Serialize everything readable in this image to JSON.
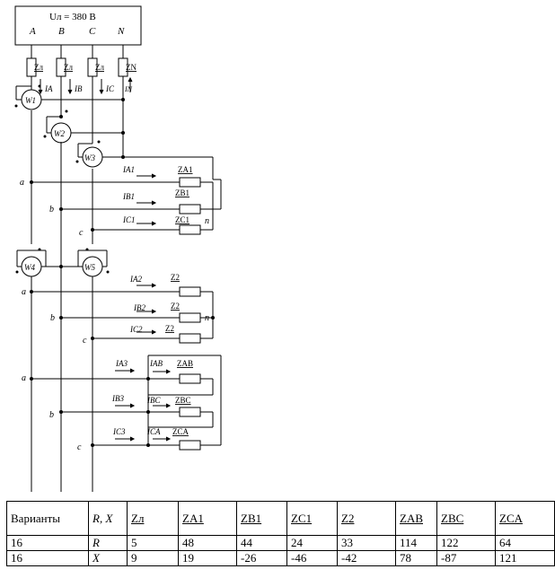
{
  "source": {
    "voltage_label": "Uл = 380 В",
    "phases": [
      "A",
      "B",
      "C",
      "N"
    ]
  },
  "line_impedances": [
    "Zл",
    "Zл",
    "Zл",
    "ZN"
  ],
  "currents": [
    "IA",
    "IB",
    "IC",
    "IN"
  ],
  "wattmeters": [
    "W1",
    "W2",
    "W3",
    "W4",
    "W5"
  ],
  "nodes": {
    "a": "a",
    "b": "b",
    "c": "c",
    "n": "n"
  },
  "load1": {
    "currents": [
      "IA1",
      "IB1",
      "IC1"
    ],
    "impedances": [
      "ZA1",
      "ZB1",
      "ZC1"
    ]
  },
  "load2": {
    "currents": [
      "IA2",
      "IB2",
      "IC2"
    ],
    "impedances": [
      "Z2",
      "Z2",
      "Z2"
    ]
  },
  "load3": {
    "line_currents": [
      "IA3",
      "IB3",
      "IC3"
    ],
    "phase_currents": [
      "IAB",
      "IBC",
      "ICA"
    ],
    "impedances": [
      "ZAB",
      "ZBC",
      "ZCA"
    ]
  },
  "table": {
    "headers": [
      "Варианты",
      "R, X",
      "Zл",
      "ZA1",
      "ZB1",
      "ZC1",
      "Z2",
      "ZAB",
      "ZBC",
      "ZCA"
    ],
    "rows": [
      [
        "16",
        "R",
        "5",
        "48",
        "44",
        "24",
        "33",
        "114",
        "122",
        "64"
      ],
      [
        "16",
        "X",
        "9",
        "19",
        "-26",
        "-46",
        "-42",
        "78",
        "-87",
        "121"
      ]
    ]
  }
}
